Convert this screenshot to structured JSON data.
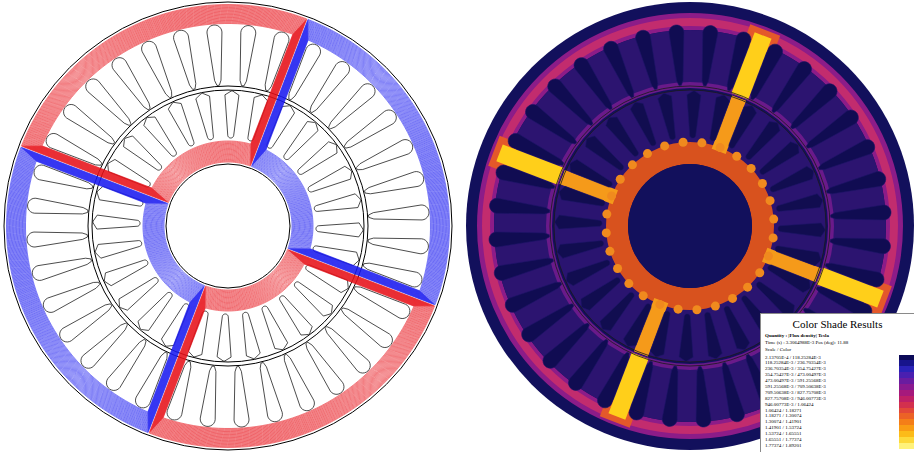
{
  "diagram": {
    "labels": [
      "Color Shade Results",
      "Quantity : |Flux density| Tesla",
      "Time (s) : 3.3064988E-3 Pos (deg): 11.88",
      "Scale / Color"
    ],
    "legend": [
      {
        "text": "2.13705E-4 / 118.25284E-3",
        "color": "#0c0a58"
      },
      {
        "text": "118.25284E-3 / 236.70354E-3",
        "color": "#17148c"
      },
      {
        "text": "236.70354E-3 / 354.75427E-3",
        "color": "#2a22b8"
      },
      {
        "text": "354.75427E-3 / 473.00497E-3",
        "color": "#4a1fb0"
      },
      {
        "text": "473.00497E-3 / 591.25568E-3",
        "color": "#6a1ca0"
      },
      {
        "text": "591.25568E-3 / 709.50638E-3",
        "color": "#8a1a90"
      },
      {
        "text": "709.50638E-3 / 827.75708E-3",
        "color": "#a6197c"
      },
      {
        "text": "827.75708E-3 / 946.00773E-3",
        "color": "#bf2066"
      },
      {
        "text": "946.00773E-3 / 1.06424",
        "color": "#d3304e"
      },
      {
        "text": "1.06424 / 1.18271",
        "color": "#e24838"
      },
      {
        "text": "1.18271 / 1.30074",
        "color": "#ec6226"
      },
      {
        "text": "1.30074 / 1.41901",
        "color": "#f47e18"
      },
      {
        "text": "1.41901 / 1.53724",
        "color": "#f99c14"
      },
      {
        "text": "1.53724 / 1.65551",
        "color": "#fcbb18"
      },
      {
        "text": "1.65551 / 1.77374",
        "color": "#fdd93a"
      },
      {
        "text": "1.77374 / 1.89201",
        "color": "#fff27a"
      }
    ]
  }
}
